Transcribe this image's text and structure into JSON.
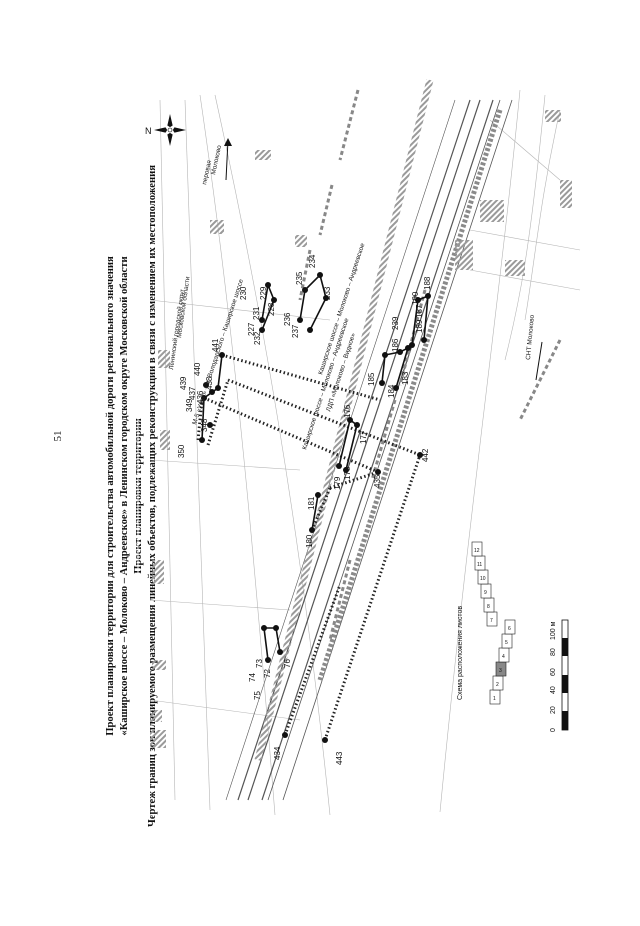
{
  "page": {
    "number": "51"
  },
  "title": {
    "line1": "Проект планировки территории для строительства автомобильной дороги регионального значения",
    "line2": "«Каширское шоссе – Молоково – Андреевское» в Ленинском городском округе Московской области",
    "line3": "Проект планировки территории",
    "line4": "Чертеж границ зон планируемого размещения линейных объектов, подлежащих реконструкции в связи с изменением их местоположения"
  },
  "map_labels": {
    "district": "Ленинский городской округ",
    "region": "Московской области",
    "road_m5": "М-5 «Урал» – п. Володарского – Каширское шоссе",
    "road_main": "Каширское шоссе – Молоково – Андреевское",
    "road_ldp": "ЛДП «Молоково – Видное»",
    "road_left": "Каширское шоссе – Молоково – Андреевское",
    "road_top": "Молоково",
    "road_top2": "перовая",
    "road_snt": "СНТ Молоково",
    "index_title": "Схема расположения листов",
    "compass": "N"
  },
  "point_labels": [
    "72",
    "73",
    "74",
    "75",
    "76",
    "434",
    "443",
    "180",
    "181",
    "178",
    "179",
    "435",
    "176",
    "177",
    "442",
    "350",
    "349",
    "348",
    "436",
    "437",
    "438",
    "439",
    "440",
    "441",
    "227",
    "228",
    "229",
    "230",
    "231",
    "232",
    "233",
    "234",
    "235",
    "236",
    "237",
    "183",
    "184",
    "185",
    "186",
    "187",
    "188",
    "189",
    "190",
    "239"
  ],
  "scale_bar": {
    "ticks": [
      "0",
      "20",
      "40",
      "60",
      "80",
      "100 м"
    ]
  },
  "index_sheets": [
    "1",
    "2",
    "3",
    "4",
    "5",
    "6",
    "7",
    "8",
    "9",
    "10",
    "11",
    "12"
  ],
  "colors": {
    "line": "#333333",
    "hatch": "#9a9a9a",
    "dots": "#222222"
  }
}
